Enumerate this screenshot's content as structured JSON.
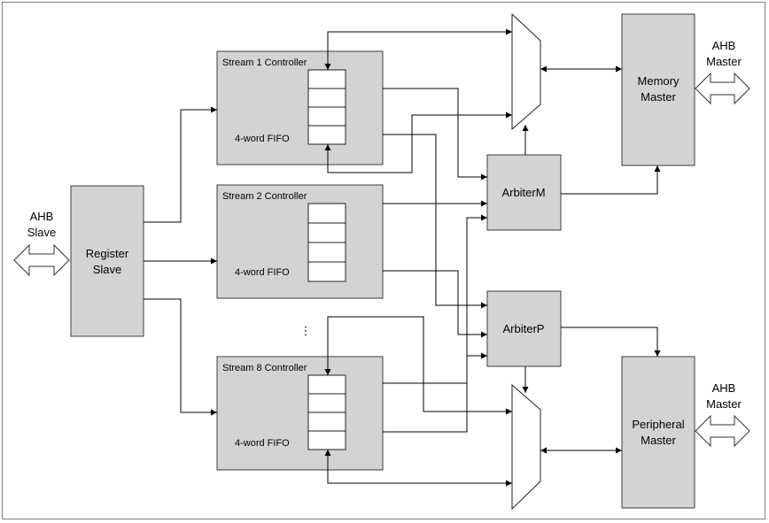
{
  "labels": {
    "ahb_slave_line1": "AHB",
    "ahb_slave_line2": "Slave",
    "register_slave_line1": "Register",
    "register_slave_line2": "Slave",
    "stream1_title": "Stream 1 Controller",
    "stream2_title": "Stream 2 Controller",
    "stream8_title": "Stream 8 Controller",
    "fifo_label": "4-word FIFO",
    "ellipsis": "⋮",
    "arbiter_m": "ArbiterM",
    "arbiter_p": "ArbiterP",
    "memory_master_line1": "Memory",
    "memory_master_line2": "Master",
    "peripheral_master_line1": "Peripheral",
    "peripheral_master_line2": "Master",
    "ahb_master_top_line1": "AHB",
    "ahb_master_top_line2": "Master",
    "ahb_master_bottom_line1": "AHB",
    "ahb_master_bottom_line2": "Master"
  },
  "colors": {
    "block_fill": "#d3d3d3",
    "line": "#000000"
  }
}
